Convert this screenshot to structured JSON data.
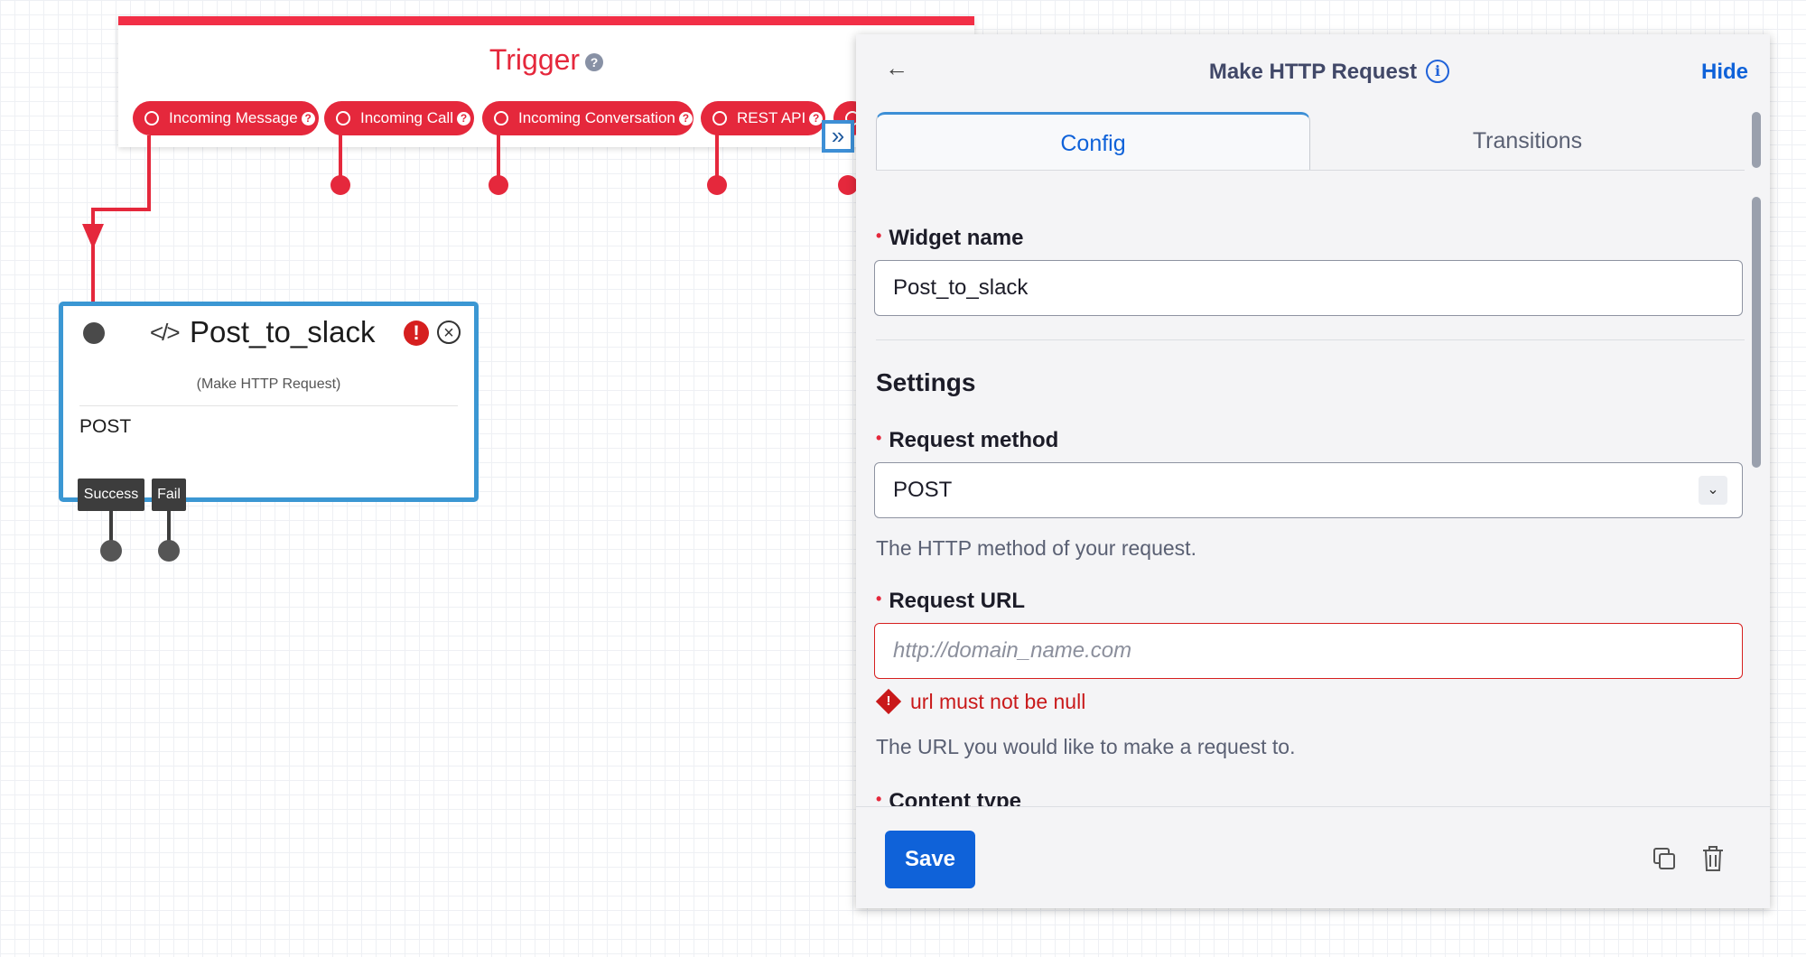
{
  "canvas": {
    "trigger": {
      "title": "Trigger",
      "help": "?",
      "pills": [
        "Incoming Message",
        "Incoming Call",
        "Incoming Conversation",
        "REST API"
      ],
      "expand_icon": "»"
    },
    "widget": {
      "name": "Post_to_slack",
      "type": "(Make HTTP Request)",
      "method": "POST",
      "transitions": [
        "Success",
        "Fail"
      ],
      "code_icon": "</>",
      "error_icon": "!",
      "close_icon": "×"
    }
  },
  "panel": {
    "back_icon": "←",
    "title": "Make HTTP Request",
    "info_icon": "i",
    "hide_label": "Hide",
    "tabs": [
      "Config",
      "Transitions"
    ],
    "widget_name": {
      "label": "Widget name",
      "value": "Post_to_slack"
    },
    "settings_title": "Settings",
    "request_method": {
      "label": "Request method",
      "value": "POST",
      "help": "The HTTP method of your request."
    },
    "request_url": {
      "label": "Request URL",
      "placeholder": "http://domain_name.com",
      "error": "url must not be null",
      "help": "The URL you would like to make a request to."
    },
    "content_type": {
      "label": "Content type"
    },
    "footer": {
      "save_label": "Save"
    }
  },
  "colors": {
    "trigger_red": "#e5283c",
    "selection_blue": "#3b97d3",
    "primary_blue": "#0f62d9",
    "error_red": "#c9191a"
  }
}
